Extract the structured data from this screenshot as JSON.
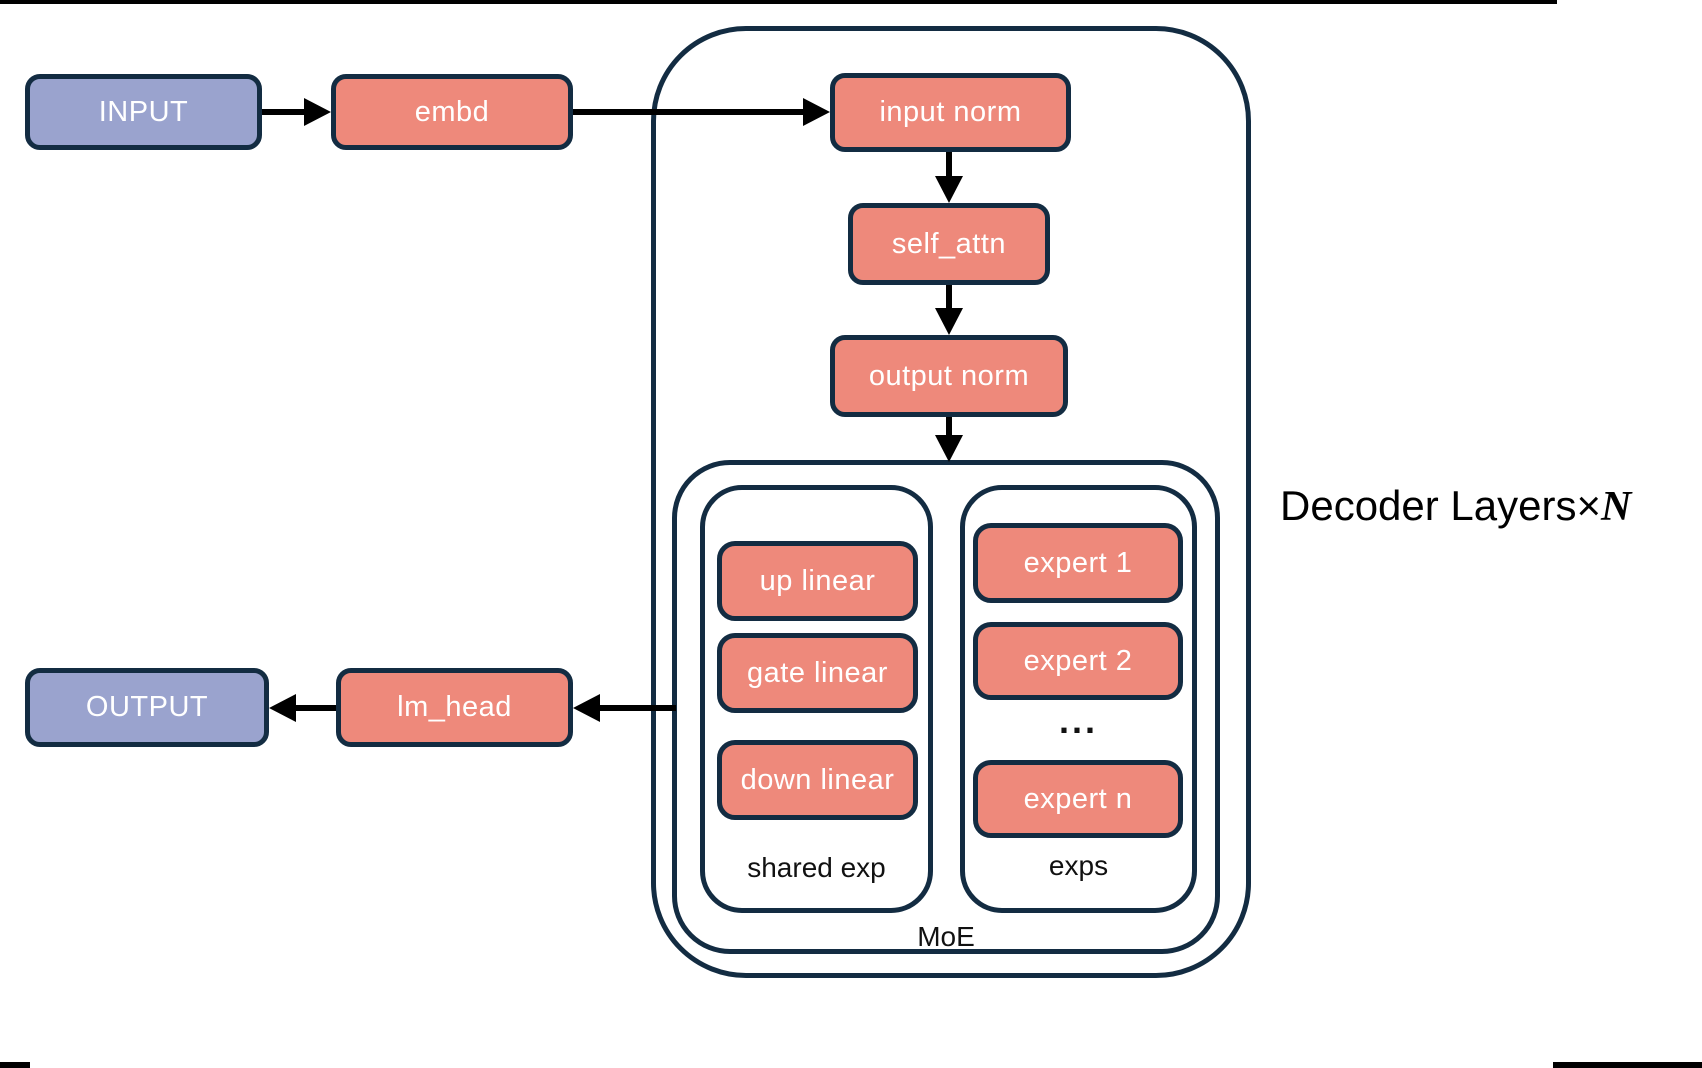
{
  "colors": {
    "navy": "#132c42",
    "salmon": "#ee897b",
    "purple": "#9aa3ce",
    "ink": "#000000",
    "paper": "#ffffff"
  },
  "nodes": {
    "input": "INPUT",
    "embd": "embd",
    "input_norm": "input norm",
    "self_attn": "self_attn",
    "output_norm": "output norm",
    "up_linear": "up linear",
    "gate_linear": "gate linear",
    "down_linear": "down linear",
    "expert_1": "expert 1",
    "expert_2": "expert 2",
    "expert_n": "expert n",
    "lm_head": "lm_head",
    "output": "OUTPUT"
  },
  "groups": {
    "shared_exp": "shared exp",
    "exps": "exps",
    "moe": "MoE"
  },
  "experts_ellipsis": "...",
  "side_label": {
    "text": "Decoder Layers",
    "times": "×",
    "n": "N"
  }
}
